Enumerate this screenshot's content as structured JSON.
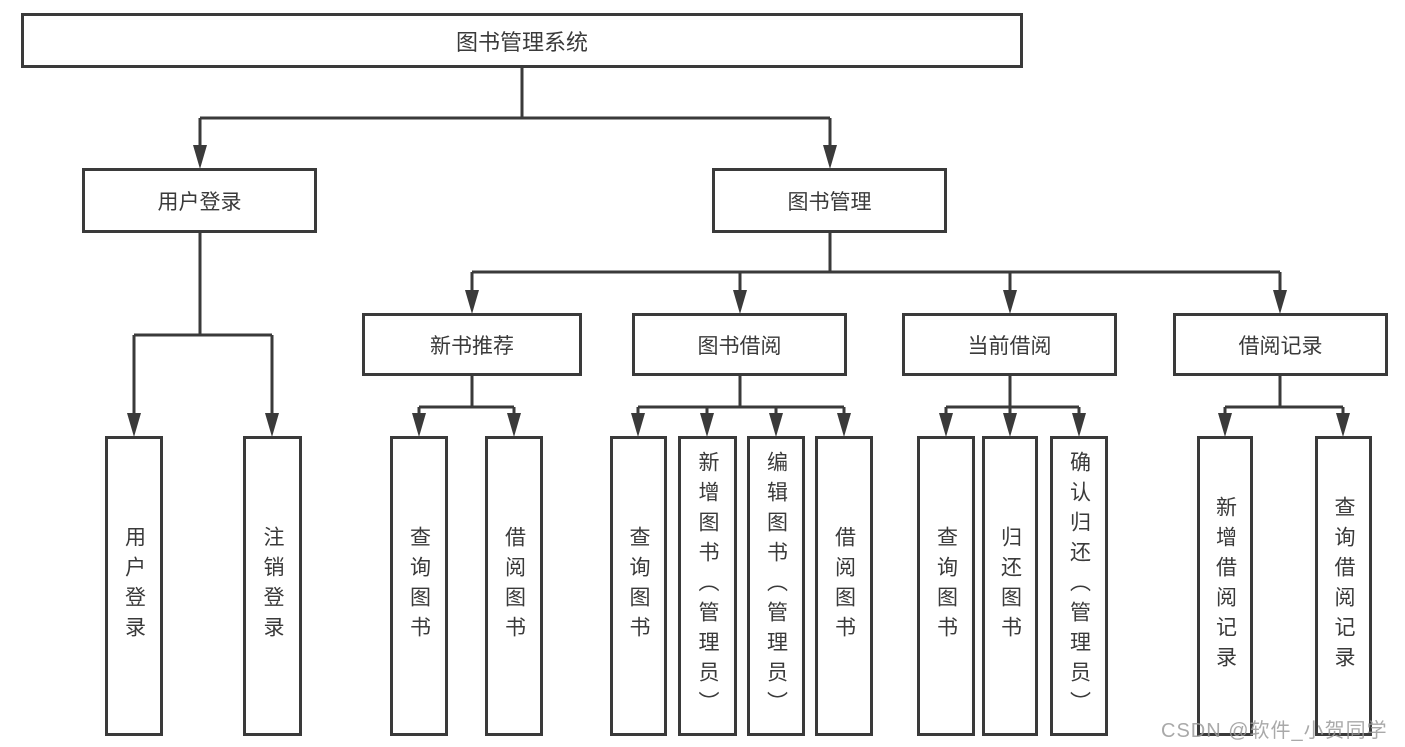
{
  "colors": {
    "line": "#3a3a3a",
    "text": "#3a3a3a",
    "background": "#ffffff",
    "watermark": "#9b9b9b"
  },
  "watermark": {
    "text": "CSDN @软件_小贺同学"
  },
  "tree": {
    "label": "图书管理系统",
    "children": [
      {
        "label": "用户登录",
        "children": [
          {
            "label": "用户登录"
          },
          {
            "label": "注销登录"
          }
        ]
      },
      {
        "label": "图书管理",
        "children": [
          {
            "label": "新书推荐",
            "children": [
              {
                "label": "查询图书"
              },
              {
                "label": "借阅图书"
              }
            ]
          },
          {
            "label": "图书借阅",
            "children": [
              {
                "label": "查询图书"
              },
              {
                "label": "新增图书（管理员）"
              },
              {
                "label": "编辑图书（管理员）"
              },
              {
                "label": "借阅图书"
              }
            ]
          },
          {
            "label": "当前借阅",
            "children": [
              {
                "label": "查询图书"
              },
              {
                "label": "归还图书"
              },
              {
                "label": "确认归还（管理员）"
              }
            ]
          },
          {
            "label": "借阅记录",
            "children": [
              {
                "label": "新增借阅记录"
              },
              {
                "label": "查询借阅记录"
              }
            ]
          }
        ]
      }
    ]
  }
}
